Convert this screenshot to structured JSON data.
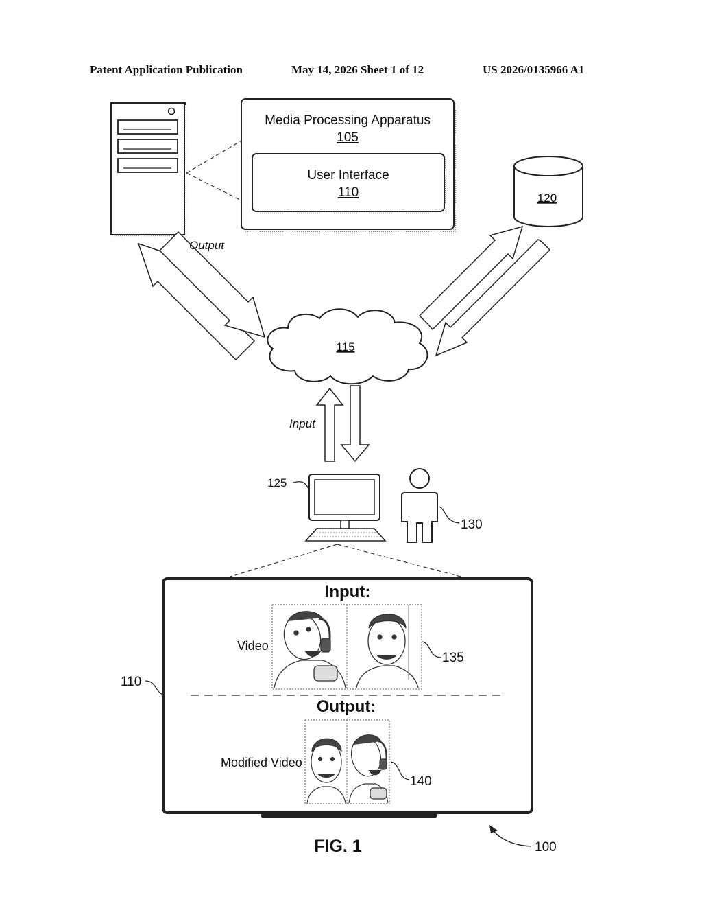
{
  "header": {
    "publication": "Patent Application Publication",
    "date_sheet": "May 14, 2026  Sheet 1 of 12",
    "pub_number": "US 2026/0135966 A1"
  },
  "apparatus": {
    "title": "Media Processing Apparatus",
    "ref": "105",
    "ui_title": "User Interface",
    "ui_ref": "110"
  },
  "database": {
    "ref": "120"
  },
  "cloud": {
    "ref": "115"
  },
  "arrows": {
    "output_label": "Output",
    "input_label": "Input"
  },
  "computer": {
    "ref": "125"
  },
  "user": {
    "ref": "130"
  },
  "display": {
    "ref": "110",
    "input_heading": "Input:",
    "video_label": "Video",
    "video_ref": "135",
    "output_heading": "Output:",
    "modified_label": "Modified Video",
    "modified_ref": "140"
  },
  "figure": {
    "label": "FIG. 1",
    "ref": "100"
  }
}
